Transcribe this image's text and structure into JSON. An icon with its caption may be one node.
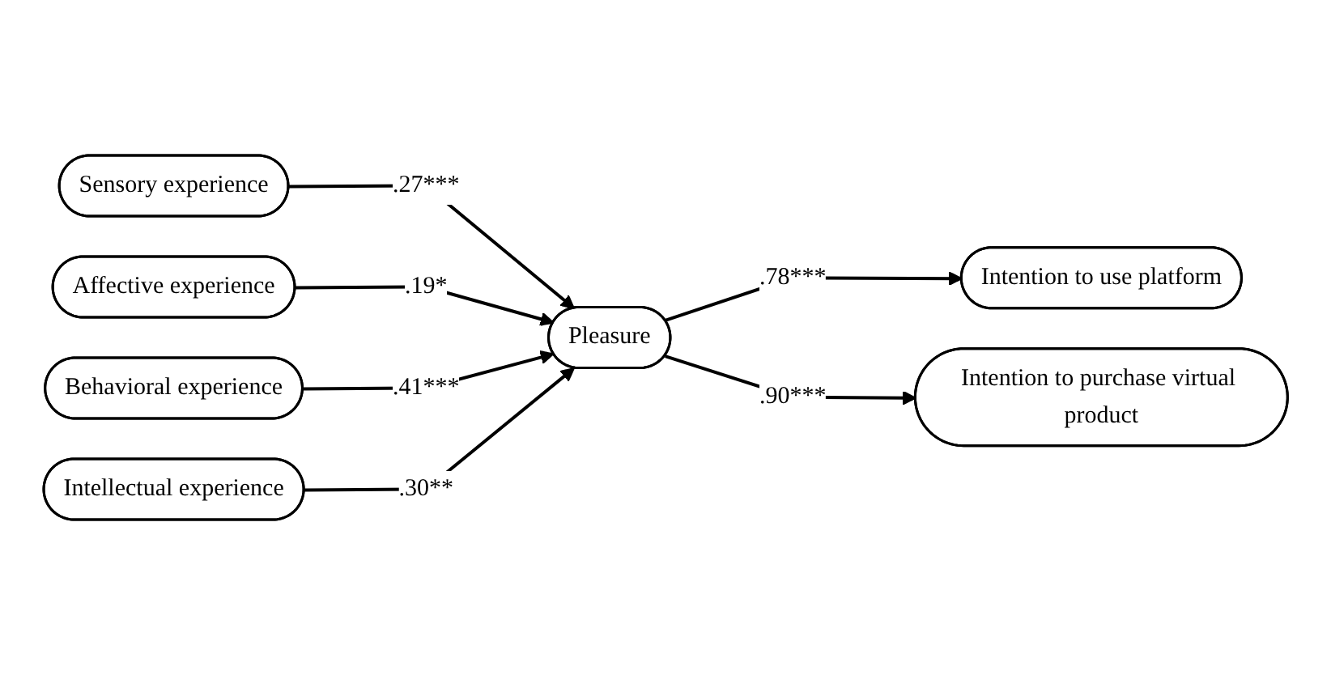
{
  "diagram": {
    "nodes": [
      {
        "text": [
          "Sensory experience"
        ]
      },
      {
        "text": [
          "Affective experience"
        ]
      },
      {
        "text": [
          "Behavioral experience"
        ]
      },
      {
        "text": [
          "Intellectual experience"
        ]
      },
      {
        "text": [
          "Pleasure"
        ]
      },
      {
        "text": [
          "Intention to use platform"
        ]
      },
      {
        "text": [
          "Intention to purchase virtual product"
        ]
      }
    ],
    "edges": [
      {
        "from": 0,
        "to": 4,
        "arrow": "to",
        "label": ".27***"
      },
      {
        "from": 1,
        "to": 4,
        "arrow": "to",
        "label": ".19*"
      },
      {
        "from": 2,
        "to": 4,
        "arrow": "to",
        "label": ".41***"
      },
      {
        "from": 3,
        "to": 4,
        "arrow": "to",
        "label": ".30**"
      },
      {
        "from": 4,
        "to": 5,
        "arrow": "to",
        "label": ".78***"
      },
      {
        "from": 4,
        "to": 6,
        "arrow": "to",
        "label": ".90***"
      }
    ]
  }
}
